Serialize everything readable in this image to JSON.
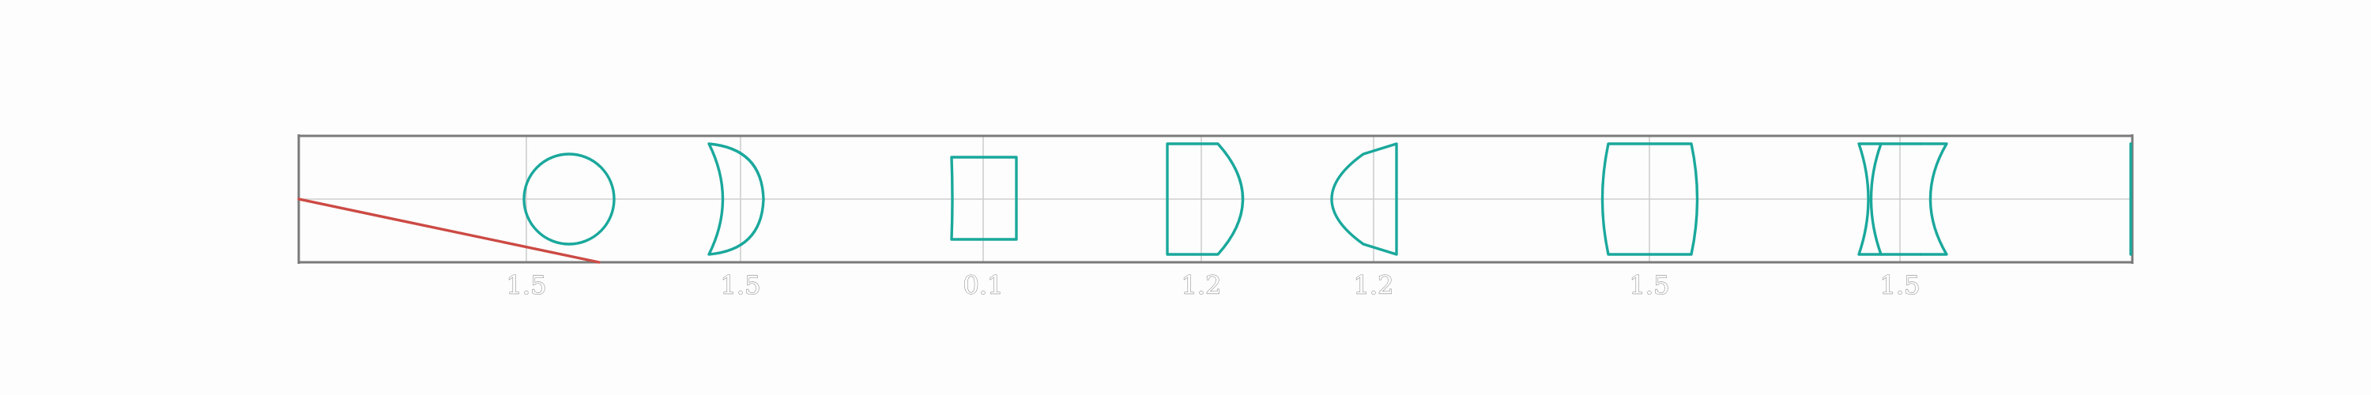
{
  "colors": {
    "element": "#1aa89c",
    "ray": "#cc4a44",
    "frame": "#7a7a7a",
    "grid": "#cfcfcf",
    "background": "#fdfdfd"
  },
  "elements": [
    {
      "type": "ball-lens",
      "value": "1.5"
    },
    {
      "type": "meniscus-lens",
      "value": "1.5"
    },
    {
      "type": "rectangular-block",
      "value": "0.1"
    },
    {
      "type": "plano-convex-lens",
      "value": "1.2"
    },
    {
      "type": "plano-convex-lens-reversed",
      "value": "1.2"
    },
    {
      "type": "biconvex-lens",
      "value": "1.5"
    },
    {
      "type": "doublet-lens",
      "value": "1.5"
    }
  ]
}
